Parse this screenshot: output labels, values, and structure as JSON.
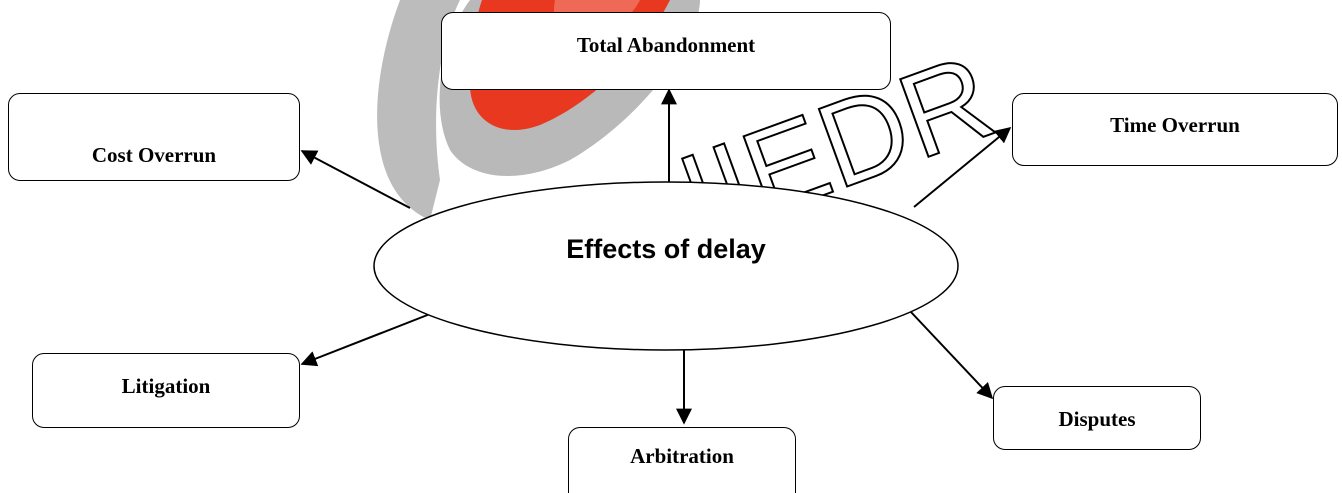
{
  "diagram": {
    "center": {
      "label": "Effects of delay"
    },
    "nodes": {
      "total_abandonment": "Total Abandonment",
      "cost_overrun": "Cost Overrun",
      "time_overrun": "Time Overrun",
      "litigation": "Litigation",
      "arbitration": "Arbitration",
      "disputes": "Disputes"
    },
    "edges": [
      {
        "from": "Effects of delay",
        "to": "Total Abandonment"
      },
      {
        "from": "Effects of delay",
        "to": "Cost Overrun"
      },
      {
        "from": "Effects of delay",
        "to": "Time Overrun"
      },
      {
        "from": "Effects of delay",
        "to": "Litigation"
      },
      {
        "from": "Effects of delay",
        "to": "Arbitration"
      },
      {
        "from": "Effects of delay",
        "to": "Disputes"
      }
    ]
  },
  "watermark": {
    "text": "IIEDR"
  },
  "colors": {
    "stroke": "#000000",
    "watermark_red": "#e8381f",
    "watermark_gray": "#a8a8a8"
  }
}
